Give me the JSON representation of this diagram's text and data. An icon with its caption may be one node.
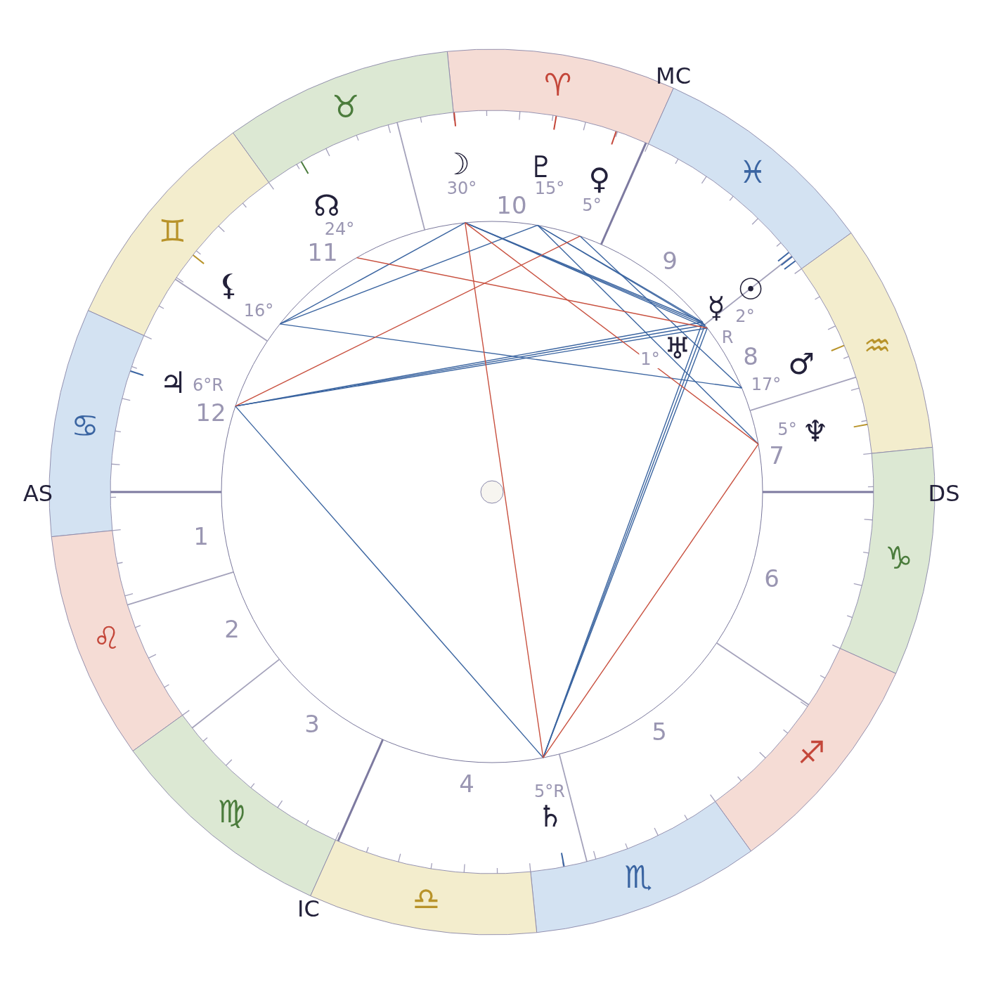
{
  "diagram": {
    "nodes": [
      {
        "text": [
          "♈"
        ]
      },
      {
        "text": [
          "♉"
        ]
      },
      {
        "text": [
          "♓"
        ]
      },
      {
        "text": [
          "♊"
        ]
      },
      {
        "text": [
          "♒"
        ]
      },
      {
        "text": [
          "♋"
        ]
      },
      {
        "text": [
          "♑"
        ]
      },
      {
        "text": [
          "♌"
        ]
      },
      {
        "text": [
          "♐"
        ]
      },
      {
        "text": [
          "♍"
        ]
      },
      {
        "text": [
          "♏"
        ]
      },
      {
        "text": [
          "♎"
        ]
      }
    ],
    "labels": [
      "MC",
      "☽",
      "♇",
      "♀",
      "30°",
      "15°",
      "10",
      "5°",
      "☊",
      "24°",
      "11",
      "9",
      "⚸",
      "☉",
      "16°",
      "2°",
      "☿",
      "R",
      "♅",
      "1°",
      "8",
      "♂",
      "17°",
      "♃",
      "6°R",
      "12",
      "♆",
      "5°",
      "7",
      "AS",
      "DS",
      "1",
      "6",
      "2",
      "3",
      "5",
      "4",
      "5°R",
      "♄",
      "IC"
    ]
  }
}
